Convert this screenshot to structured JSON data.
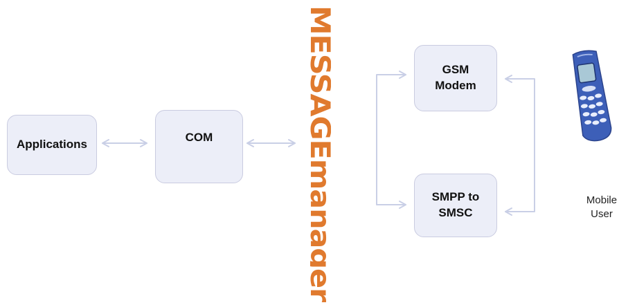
{
  "title": "MESSAGEmanager",
  "nodes": {
    "applications": "Applications",
    "com": "COM",
    "gsm_modem": "GSM\nModem",
    "smpp": "SMPP to\nSMSC"
  },
  "mobile_user": "Mobile\nUser",
  "icons": {
    "phone": "mobile-phone-icon"
  },
  "colors": {
    "brand": "#e07a2e",
    "box_fill": "#eceef8",
    "box_border": "#c9cbe0",
    "connector": "#c9cfe6",
    "phone_body": "#3d5fb8"
  },
  "edges": [
    {
      "from": "applications",
      "to": "com",
      "type": "bidirectional"
    },
    {
      "from": "com",
      "to": "MESSAGEmanager",
      "type": "bidirectional"
    },
    {
      "from": "MESSAGEmanager",
      "to": "gsm_modem",
      "type": "directed"
    },
    {
      "from": "MESSAGEmanager",
      "to": "smpp",
      "type": "directed"
    },
    {
      "from": "mobile_user",
      "to": "gsm_modem",
      "type": "directed"
    },
    {
      "from": "mobile_user",
      "to": "smpp",
      "type": "directed"
    }
  ]
}
